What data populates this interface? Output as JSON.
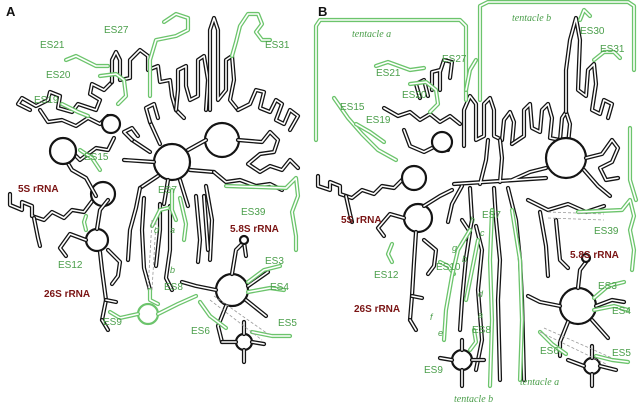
{
  "colors": {
    "core": "#141414",
    "expansion": "#6cc46c",
    "rrna_label": "#7a1414",
    "es_label": "#4a9e4a",
    "dashed": "#9a9a9a",
    "background": "#ffffff"
  },
  "panel_a": {
    "letter": "A",
    "es_labels": [
      "ES27",
      "ES21",
      "ES31",
      "ES20",
      "ES19",
      "ES15",
      "ES7",
      "ES39",
      "ES12",
      "ES3",
      "ES4",
      "ES8",
      "ES9",
      "ES6",
      "ES5"
    ],
    "rrna_labels": [
      "5S rRNA",
      "5.8S rRNA",
      "26S rRNA"
    ],
    "helix_labels": [
      "a",
      "b",
      "d"
    ]
  },
  "panel_b": {
    "letter": "B",
    "es_labels": [
      "ES30",
      "ES31",
      "ES27",
      "ES21",
      "ES20",
      "ES15",
      "ES19",
      "ES7",
      "ES39",
      "ES12",
      "ES10",
      "ES3",
      "ES4",
      "ES8",
      "ES9",
      "ES6",
      "ES5"
    ],
    "rrna_labels": [
      "5S rRNA",
      "5.8S rRNA",
      "26S rRNA"
    ],
    "helix_labels": [
      "h",
      "c",
      "g",
      "d",
      "f",
      "e",
      "a",
      "b"
    ],
    "tentacle_labels": [
      "tentacle a",
      "tentacle b",
      "tentacle b",
      "tentacle a"
    ]
  }
}
